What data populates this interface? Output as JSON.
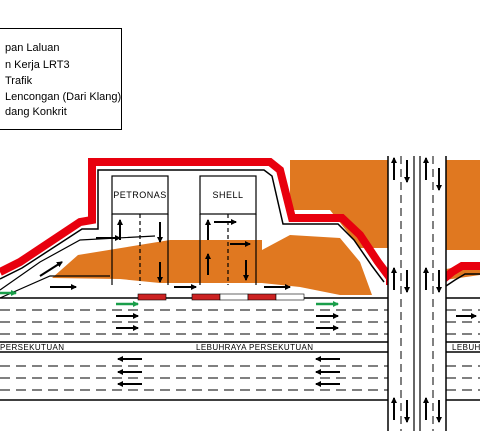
{
  "legend": {
    "items": [
      "pan Laluan",
      "n Kerja LRT3",
      "Trafik",
      "Lencongan (Dari Klang)",
      "dang Konkrit"
    ]
  },
  "stations": {
    "left": "PETRONAS",
    "right": "SHELL"
  },
  "road_labels": {
    "left": "PERSEKUTUAN",
    "center": "LEBUHRAYA PERSEKUTUAN",
    "right": "LEBUH"
  },
  "colors": {
    "detour_route": "#e8000e",
    "lrt3_work_zone": "#e07820",
    "traffic_arrow": "#000000",
    "concrete_barrier": "#cc2222",
    "lane_shift_arrow": "#1a9e4a",
    "road_line": "#000000"
  },
  "icons": {
    "traffic_arrow": "arrow-icon",
    "lane_shift_arrow": "green-arrow-icon"
  }
}
